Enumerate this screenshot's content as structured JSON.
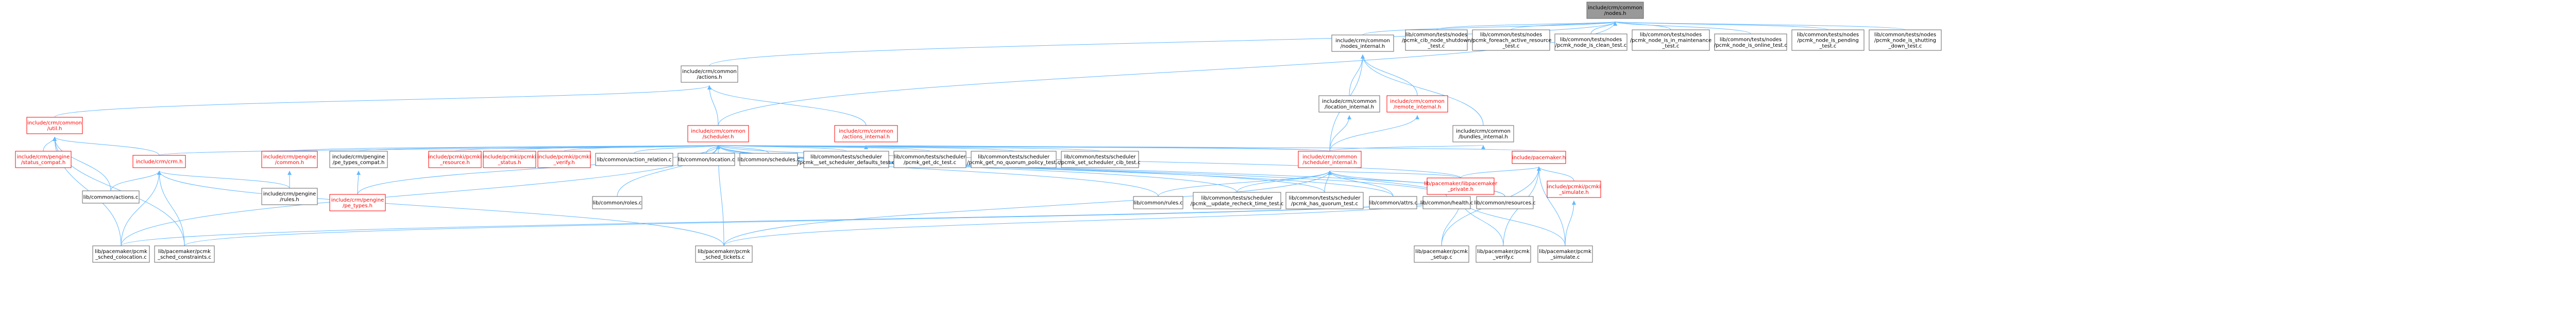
{
  "colors": {
    "root_fill": "#999999",
    "root_stroke": "#666666",
    "plain_fill": "#ffffff",
    "plain_stroke": "#666666",
    "plain_text": "#000000",
    "red_stroke": "#ff0000",
    "red_text": "#ff0000",
    "edge": "#63b8ff"
  },
  "nodes": [
    {
      "id": "root",
      "lines": [
        "include/crm/common",
        "/nodes.h"
      ],
      "style": "root"
    },
    {
      "id": "nodes_internal",
      "lines": [
        "include/crm/common",
        "/nodes_internal.h"
      ],
      "style": "plain"
    },
    {
      "id": "t_cib_shutdown",
      "lines": [
        "lib/common/tests/nodes",
        "/pcmk_cib_node_shutdown",
        "_test.c"
      ],
      "style": "plain"
    },
    {
      "id": "t_foreach",
      "lines": [
        "lib/common/tests/nodes",
        "/pcmk_foreach_active_resource",
        "_test.c"
      ],
      "style": "plain"
    },
    {
      "id": "t_is_clean",
      "lines": [
        "lib/common/tests/nodes",
        "/pcmk_node_is_clean_test.c"
      ],
      "style": "plain"
    },
    {
      "id": "t_is_maint",
      "lines": [
        "lib/common/tests/nodes",
        "/pcmk_node_is_in_maintenance",
        "_test.c"
      ],
      "style": "plain"
    },
    {
      "id": "t_is_online",
      "lines": [
        "lib/common/tests/nodes",
        "/pcmk_node_is_online_test.c"
      ],
      "style": "plain"
    },
    {
      "id": "t_is_pending",
      "lines": [
        "lib/common/tests/nodes",
        "/pcmk_node_is_pending",
        "_test.c"
      ],
      "style": "plain"
    },
    {
      "id": "t_is_shutting",
      "lines": [
        "lib/common/tests/nodes",
        "/pcmk_node_is_shutting",
        "_down_test.c"
      ],
      "style": "plain"
    },
    {
      "id": "actions_h",
      "lines": [
        "include/crm/common",
        "/actions.h"
      ],
      "style": "plain"
    },
    {
      "id": "location_internal",
      "lines": [
        "include/crm/common",
        "/location_internal.h"
      ],
      "style": "plain"
    },
    {
      "id": "remote_internal",
      "lines": [
        "include/crm/common",
        "/remote_internal.h"
      ],
      "style": "red"
    },
    {
      "id": "bundles_internal",
      "lines": [
        "include/crm/common",
        "/bundles_internal.h"
      ],
      "style": "plain"
    },
    {
      "id": "util_h",
      "lines": [
        "include/crm/common",
        "/util.h"
      ],
      "style": "red"
    },
    {
      "id": "scheduler_h",
      "lines": [
        "include/crm/common",
        "/scheduler.h"
      ],
      "style": "red"
    },
    {
      "id": "actions_internal",
      "lines": [
        "include/crm/common",
        "/actions_internal.h"
      ],
      "style": "red"
    },
    {
      "id": "status_compat",
      "lines": [
        "include/crm/pengine",
        "/status_compat.h"
      ],
      "style": "red"
    },
    {
      "id": "crm_h",
      "lines": [
        "include/crm/crm.h"
      ],
      "style": "red"
    },
    {
      "id": "pengine_common",
      "lines": [
        "include/crm/pengine",
        "/common.h"
      ],
      "style": "red"
    },
    {
      "id": "pe_types_compat",
      "lines": [
        "include/crm/pengine",
        "/pe_types_compat.h"
      ],
      "style": "plain"
    },
    {
      "id": "pcmki_resource",
      "lines": [
        "include/pcmki/pcmki",
        "_resource.h"
      ],
      "style": "red"
    },
    {
      "id": "pcmki_status",
      "lines": [
        "include/pcmki/pcmki",
        "_status.h"
      ],
      "style": "red"
    },
    {
      "id": "pcmki_verify",
      "lines": [
        "include/pcmki/pcmki",
        "_verify.h"
      ],
      "style": "red"
    },
    {
      "id": "action_relation",
      "lines": [
        "lib/common/action_relation.c"
      ],
      "style": "plain"
    },
    {
      "id": "location_c",
      "lines": [
        "lib/common/location.c"
      ],
      "style": "plain"
    },
    {
      "id": "schedules_c",
      "lines": [
        "lib/common/schedules.c"
      ],
      "style": "plain"
    },
    {
      "id": "t_set_defaults",
      "lines": [
        "lib/common/tests/scheduler",
        "/pcmk__set_scheduler_defaults_test.c"
      ],
      "style": "plain"
    },
    {
      "id": "t_get_dc",
      "lines": [
        "lib/common/tests/scheduler",
        "/pcmk_get_dc_test.c"
      ],
      "style": "plain"
    },
    {
      "id": "t_no_quorum",
      "lines": [
        "lib/common/tests/scheduler",
        "/pcmk_get_no_quorum_policy_test.c"
      ],
      "style": "plain"
    },
    {
      "id": "t_set_cib",
      "lines": [
        "lib/common/tests/scheduler",
        "/pcmk_set_scheduler_cib_test.c"
      ],
      "style": "plain"
    },
    {
      "id": "scheduler_internal",
      "lines": [
        "include/crm/common",
        "/scheduler_internal.h"
      ],
      "style": "red"
    },
    {
      "id": "pacemaker_h",
      "lines": [
        "include/pacemaker.h"
      ],
      "style": "red"
    },
    {
      "id": "common_actions_c",
      "lines": [
        "lib/common/actions.c"
      ],
      "style": "plain"
    },
    {
      "id": "pengine_rules",
      "lines": [
        "include/crm/pengine",
        "/rules.h"
      ],
      "style": "plain"
    },
    {
      "id": "pe_types",
      "lines": [
        "include/crm/pengine",
        "/pe_types.h"
      ],
      "style": "red"
    },
    {
      "id": "rules_c_left",
      "lines": [
        "lib/common/roles.c"
      ],
      "style": "plain"
    },
    {
      "id": "rules_c",
      "lines": [
        "lib/common/rules.c"
      ],
      "style": "plain"
    },
    {
      "id": "t_update_recheck",
      "lines": [
        "lib/common/tests/scheduler",
        "/pcmk__update_recheck_time_test.c"
      ],
      "style": "plain"
    },
    {
      "id": "t_has_quorum",
      "lines": [
        "lib/common/tests/scheduler",
        "/pcmk_has_quorum_test.c"
      ],
      "style": "plain"
    },
    {
      "id": "attrs_c",
      "lines": [
        "lib/common/attrs.c"
      ],
      "style": "plain"
    },
    {
      "id": "health_c",
      "lines": [
        "lib/common/health.c"
      ],
      "style": "plain"
    },
    {
      "id": "resources_c",
      "lines": [
        "lib/common/resources.c"
      ],
      "style": "plain"
    },
    {
      "id": "pcmk_private",
      "lines": [
        "lib/pacemaker/libpacemaker",
        "_private.h"
      ],
      "style": "red"
    },
    {
      "id": "pcmki_simulate",
      "lines": [
        "include/pcmki/pcmki",
        "_simulate.h"
      ],
      "style": "red"
    },
    {
      "id": "sched_colocation",
      "lines": [
        "lib/pacemaker/pcmk",
        "_sched_colocation.c"
      ],
      "style": "plain"
    },
    {
      "id": "sched_constraints",
      "lines": [
        "lib/pacemaker/pcmk",
        "_sched_constraints.c"
      ],
      "style": "plain"
    },
    {
      "id": "sched_tickets",
      "lines": [
        "lib/pacemaker/pcmk",
        "_sched_tickets.c"
      ],
      "style": "plain"
    },
    {
      "id": "pcmk_setup",
      "lines": [
        "lib/pacemaker/pcmk",
        "_setup.c"
      ],
      "style": "plain"
    },
    {
      "id": "pcmk_verify",
      "lines": [
        "lib/pacemaker/pcmk",
        "_verify.c"
      ],
      "style": "plain"
    },
    {
      "id": "pcmk_simulate",
      "lines": [
        "lib/pacemaker/pcmk",
        "_simulate.c"
      ],
      "style": "plain"
    }
  ]
}
